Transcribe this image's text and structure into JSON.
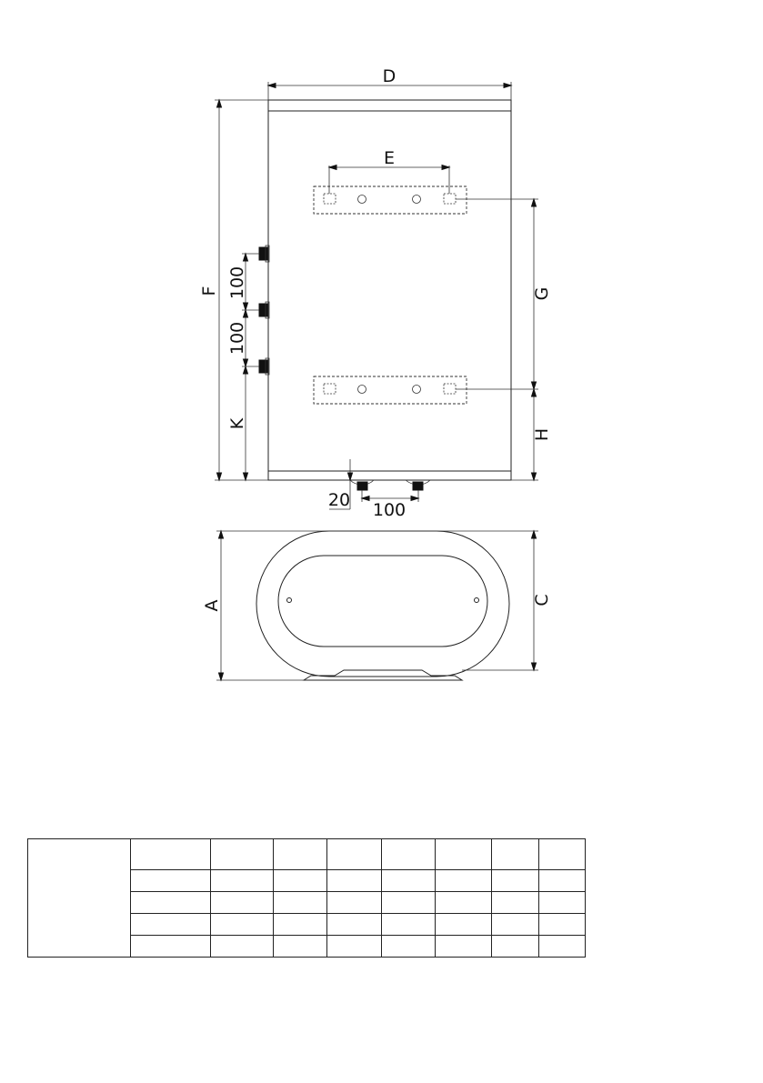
{
  "labels": {
    "D": "D",
    "E": "E",
    "F": "F",
    "G": "G",
    "H": "H",
    "K": "K",
    "A": "A",
    "C": "C",
    "inlet_spacing_1": "100",
    "inlet_spacing_2": "100",
    "bottom_offset": "20",
    "bottom_spacing": "100"
  },
  "table": {
    "rows": [
      [
        "",
        "",
        "",
        "",
        "",
        "",
        "",
        "",
        ""
      ],
      [
        "",
        "",
        "",
        "",
        "",
        "",
        "",
        ""
      ],
      [
        "",
        "",
        "",
        "",
        "",
        "",
        "",
        ""
      ],
      [
        "",
        "",
        "",
        "",
        "",
        "",
        "",
        ""
      ],
      [
        "",
        "",
        "",
        "",
        "",
        "",
        "",
        ""
      ]
    ]
  }
}
